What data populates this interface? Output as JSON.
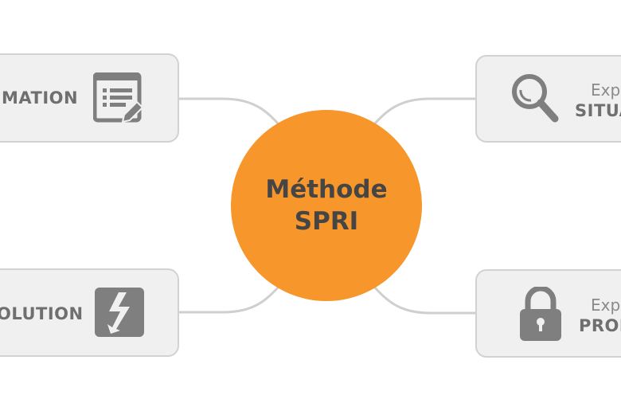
{
  "center": {
    "line1": "Méthode",
    "line2": "SPRI"
  },
  "nodes": {
    "top_left": {
      "label": "MATION",
      "icon": "form-edit-icon"
    },
    "bottom_left": {
      "label": "OLUTION",
      "icon": "lightning-icon"
    },
    "top_right": {
      "prefix": "Exp",
      "label": "SITUA",
      "icon": "magnifier-icon"
    },
    "bottom_right": {
      "prefix": "Exp",
      "label": "PROB",
      "icon": "padlock-icon"
    }
  },
  "colors": {
    "accent": "#f7962a",
    "card": "#f0f0f0",
    "border": "#d2d2d2",
    "icon": "#7f7f7f"
  }
}
